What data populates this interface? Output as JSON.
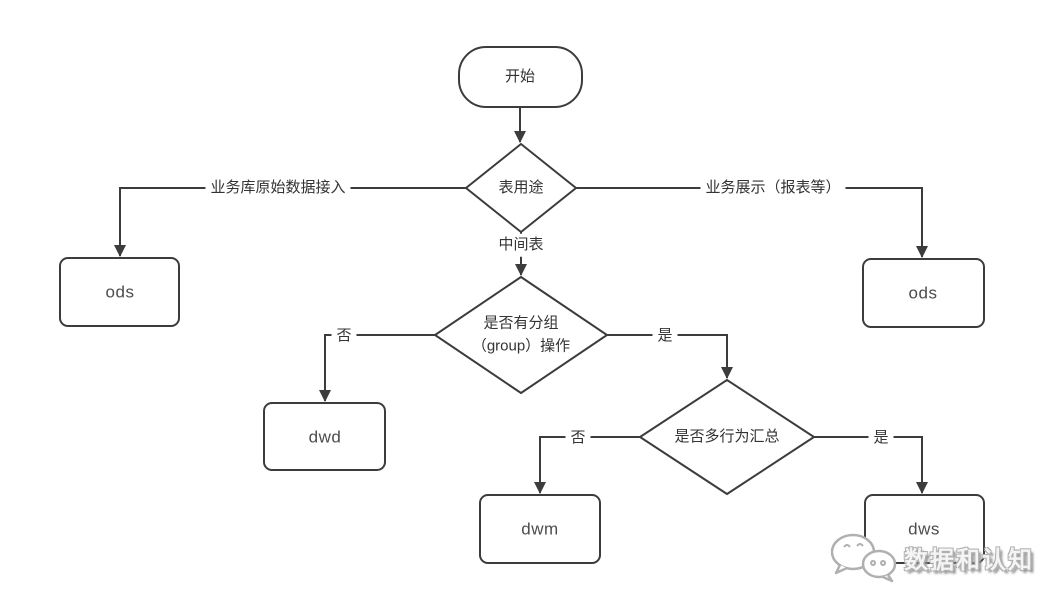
{
  "nodes": {
    "start": {
      "label": "开始",
      "type": "terminator"
    },
    "table_usage": {
      "label": "表用途",
      "type": "decision"
    },
    "ods_left": {
      "label": "ods",
      "type": "process"
    },
    "ods_right": {
      "label": "ods",
      "type": "process"
    },
    "grouping": {
      "label": "是否有分组\n（group）操作",
      "type": "decision"
    },
    "dwd": {
      "label": "dwd",
      "type": "process"
    },
    "multi_behavior": {
      "label": "是否多行为汇总",
      "type": "decision"
    },
    "dwm": {
      "label": "dwm",
      "type": "process"
    },
    "dws": {
      "label": "dws",
      "type": "process"
    }
  },
  "edges": {
    "raw_data_in": {
      "label": "业务库原始数据接入"
    },
    "biz_display": {
      "label": "业务展示（报表等）"
    },
    "intermediate": {
      "label": "中间表"
    },
    "grouping_no": {
      "label": "否"
    },
    "grouping_yes": {
      "label": "是"
    },
    "behavior_no": {
      "label": "否"
    },
    "behavior_yes": {
      "label": "是"
    }
  },
  "watermark": {
    "text": "数据和认知",
    "icon": "wechat-chat-bubbles-icon"
  },
  "colors": {
    "stroke": "#3c3c3c",
    "text": "#333333",
    "code_text": "#4c4c4c",
    "watermark": "#b0b0b0",
    "background": "#ffffff"
  }
}
